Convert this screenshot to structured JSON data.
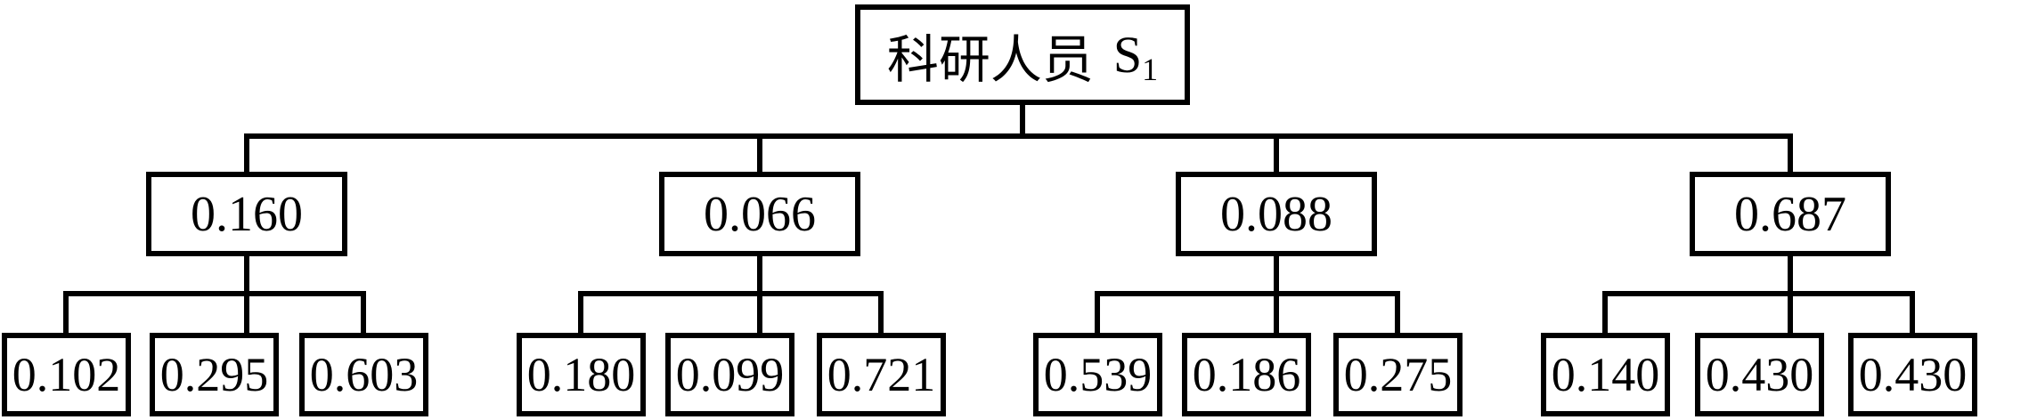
{
  "diagram": {
    "type": "hierarchy-tree",
    "levels": 3,
    "line_color": "#000000",
    "background_color": "#ffffff",
    "root": {
      "label": "科研人员",
      "symbol": "S",
      "subscript": "1"
    },
    "groups": [
      {
        "weight": "0.160",
        "children": [
          "0.102",
          "0.295",
          "0.603"
        ]
      },
      {
        "weight": "0.066",
        "children": [
          "0.180",
          "0.099",
          "0.721"
        ]
      },
      {
        "weight": "0.088",
        "children": [
          "0.539",
          "0.186",
          "0.275"
        ]
      },
      {
        "weight": "0.687",
        "children": [
          "0.140",
          "0.430",
          "0.430"
        ]
      }
    ]
  }
}
